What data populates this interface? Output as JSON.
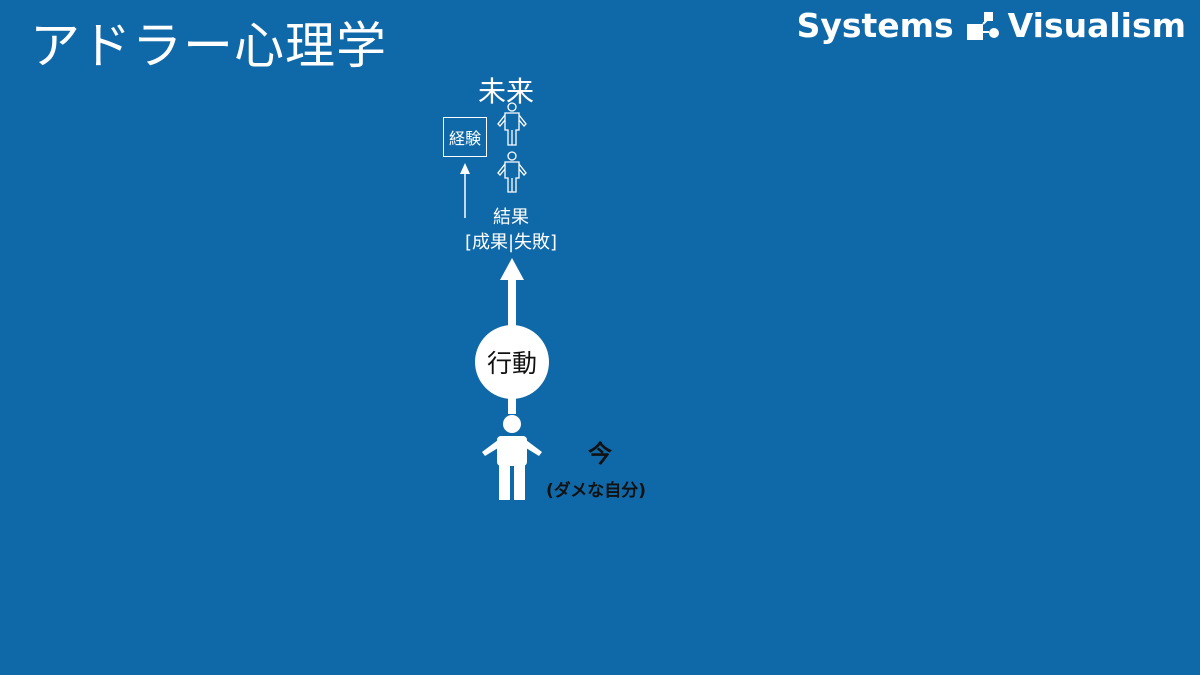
{
  "title": "アドラー心理学",
  "brand": {
    "left": "Systems",
    "right": "Visualism",
    "logo_icon": "systems-logo-icon"
  },
  "diagram": {
    "future": "未来",
    "experience": "経験",
    "result": "結果",
    "result_options": "[成果|失敗]",
    "action": "行動",
    "now": "今",
    "now_note": "(ダメな自分)"
  },
  "colors": {
    "background": "#0f69a8",
    "foreground": "#ffffff",
    "dark_text": "#111111"
  }
}
